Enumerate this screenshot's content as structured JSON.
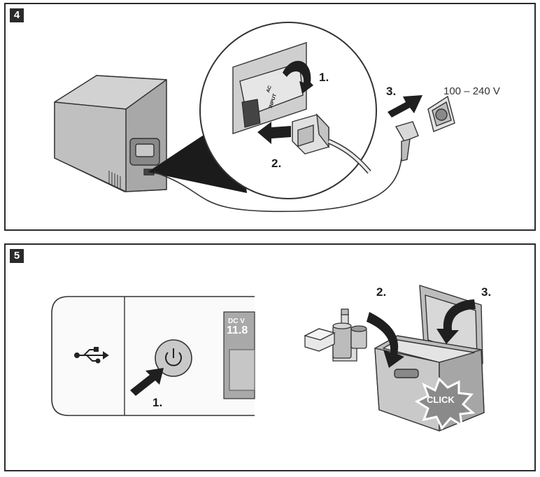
{
  "panel4": {
    "number": "4",
    "steps": {
      "s1": "1.",
      "s2": "2.",
      "s3": "3."
    },
    "voltage": "100 – 240 V",
    "port_label_a": "AC",
    "port_label_b": "INPUT"
  },
  "panel5": {
    "number": "5",
    "steps": {
      "s1": "1.",
      "s2": "2.",
      "s3": "3."
    },
    "display_unit": "DC V",
    "display_value": "11.8",
    "click_text": "CLICK"
  }
}
